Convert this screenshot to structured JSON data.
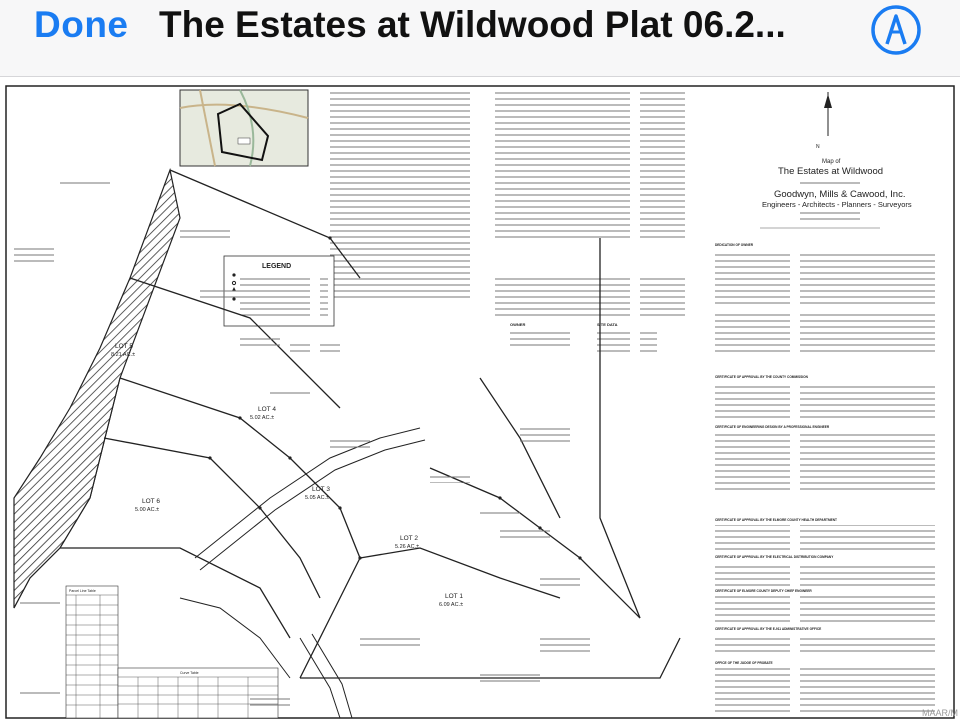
{
  "toolbar": {
    "done_label": "Done",
    "title": "The Estates at Wildwood Plat 06.2...",
    "markup_icon": "markup-pen-icon"
  },
  "plat": {
    "map_of": "Map of",
    "estate_name": "The Estates at Wildwood",
    "company": "Goodwyn, Mills & Cawood, Inc.",
    "company_sub": "Engineers - Architects - Planners - Surveyors",
    "legend_title": "LEGEND",
    "lots": [
      {
        "name": "LOT 5",
        "area": "8.21 AC.±"
      },
      {
        "name": "LOT 4",
        "area": "5.02 AC.±"
      },
      {
        "name": "LOT 3",
        "area": "5.05 AC.±"
      },
      {
        "name": "LOT 6",
        "area": "5.00 AC.±"
      },
      {
        "name": "LOT 2",
        "area": "5.26 AC.±"
      },
      {
        "name": "LOT 1",
        "area": "6.09 AC.±"
      }
    ],
    "owner_header": "OWNER",
    "site_data_header": "SITE DATA",
    "certificate_headers": [
      "DEDICATION OF OWNER",
      "CERTIFICATE OF APPROVAL BY THE COUNTY COMMISSION",
      "CERTIFICATE OF ENGINEERING DESIGN BY A PROFESSIONAL ENGINEER",
      "CERTIFICATE OF APPROVAL BY THE ELMORE COUNTY HEALTH DEPARTMENT",
      "CERTIFICATE OF APPROVAL BY THE ELECTRICAL DISTRIBUTION COMPANY",
      "CERTIFICATE OF ELMORE COUNTY DEPUTY CHIEF ENGINEER",
      "CERTIFICATE OF APPROVAL BY THE E-911 ADMINISTRATIVE OFFICE",
      "OFFICE OF THE JUDGE OF PROBATE"
    ],
    "line_table_header": "Parcel Line Table",
    "curve_table_header": "Curve Table",
    "watermark": "MAAR/M"
  }
}
